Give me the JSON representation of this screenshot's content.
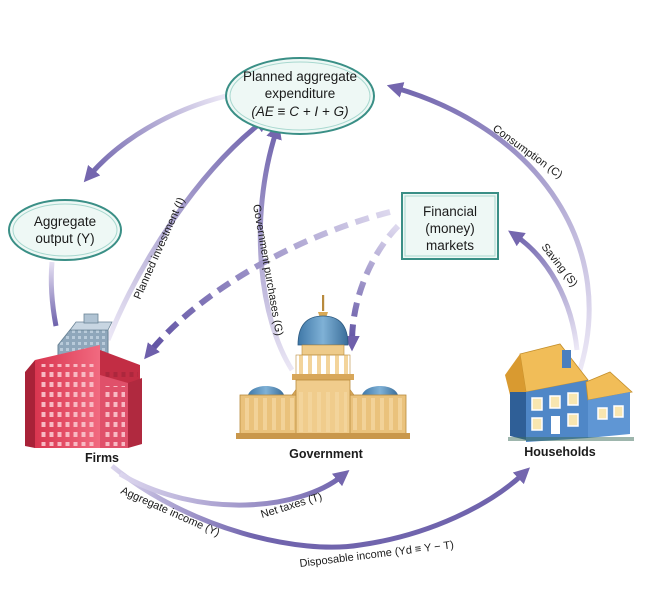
{
  "nodes": {
    "planned_expenditure": {
      "line1": "Planned aggregate",
      "line2": "expenditure",
      "line3": "(AE ≡ C + I + G)"
    },
    "aggregate_output": {
      "line1": "Aggregate",
      "line2": "output (Y)"
    },
    "financial_markets": {
      "line1": "Financial",
      "line2": "(money)",
      "line3": "markets"
    }
  },
  "entities": {
    "firms": "Firms",
    "government": "Government",
    "households": "Households"
  },
  "flows": {
    "consumption": "Consumption (C)",
    "saving": "Saving (S)",
    "planned_investment": "Planned investment (I)",
    "government_purchases": "Government purchases (G)",
    "net_taxes": "Net taxes (T)",
    "aggregate_income": "Aggregate income (Y)",
    "disposable_income": "Disposable income (Yd ≡ Y − T)"
  },
  "colors": {
    "flow": "#7a68b3",
    "node_border": "#3a8f86",
    "node_fill": "#eef8f5",
    "firms": "#e54660",
    "government": "#e3b366",
    "households": "#4f87c7"
  }
}
